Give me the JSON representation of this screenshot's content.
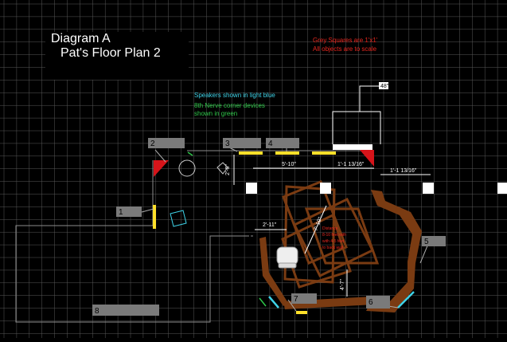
{
  "title": {
    "line1": "Diagram A",
    "line2": "Pat's Floor Plan 2"
  },
  "notes": {
    "scale_line1": "Grey Squares are 1'x1'",
    "scale_line2": "All objects are to scale",
    "speakers": "Speakers shown in light blue",
    "corner_line1": "8th Nerve corner devices",
    "corner_line2": "shown in green"
  },
  "dimensions": {
    "d48": "48\"",
    "d5_10": "5'-10\"",
    "d1_13_16": "1'-1 13/16\"",
    "d1_1_13_16": "1'-1 13/16\"",
    "d2_6": "2'-6\"",
    "d2_11": "2'-11\"",
    "d7_10": "7'-10\"",
    "d4_7": "4'-7\""
  },
  "annotation": {
    "l1": "Distance",
    "l2": "8-10 feet with",
    "l3": "with 4-5 feet",
    "l4": "to back wall"
  },
  "labels": [
    "1",
    "2",
    "3",
    "4",
    "5",
    "6",
    "7",
    "8"
  ],
  "colors": {
    "background": "#000000",
    "grid": "#595959",
    "wall": "#8c8c8c",
    "desk": "#7a3b12",
    "speaker": "#3fd3e8",
    "corner_device": "#2fc84a",
    "red_note": "#e8271f",
    "panel": "#ffe02a",
    "bass_trap": "#d6141a",
    "label_box": "#7a7a7a"
  },
  "icons": [
    "chair-icon",
    "bass-trap-icon",
    "cloud-panel-icon"
  ]
}
